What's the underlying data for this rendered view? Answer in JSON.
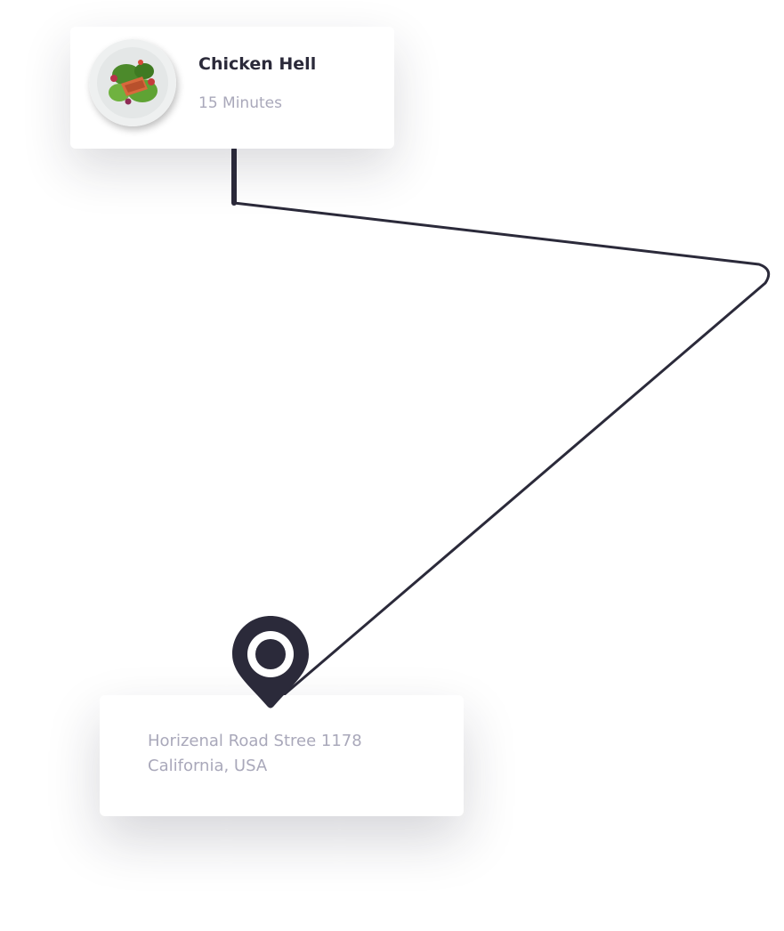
{
  "food_card": {
    "title": "Chicken Hell",
    "time": "15 Minutes",
    "image_icon": "salad-plate-icon"
  },
  "address_card": {
    "line1": "Horizenal Road Stree 1178",
    "line2": "California, USA",
    "pin_icon": "location-pin-icon"
  },
  "colors": {
    "route": "#2b2a3a",
    "pin": "#2b2a3a",
    "title_text": "#2b2a3a",
    "muted_text": "#a9a8ba",
    "card_bg": "#ffffff"
  }
}
